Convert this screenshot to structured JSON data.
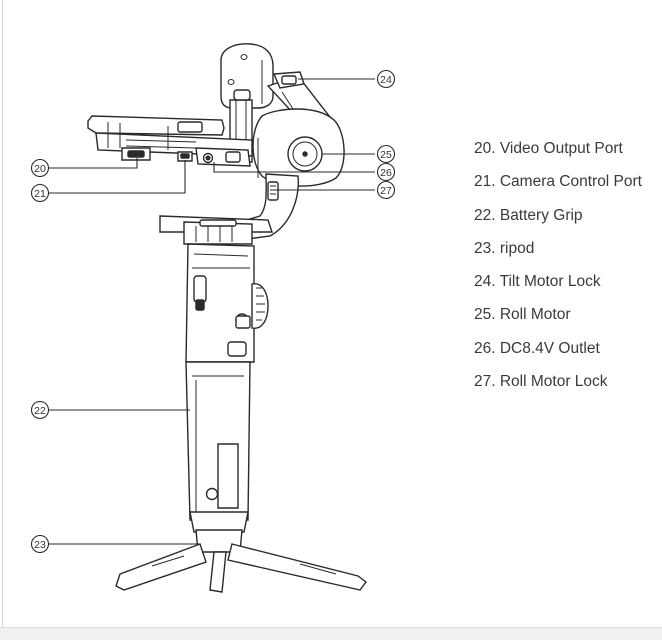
{
  "callouts": [
    {
      "id": "c20",
      "number": "20"
    },
    {
      "id": "c21",
      "number": "21"
    },
    {
      "id": "c22",
      "number": "22"
    },
    {
      "id": "c23",
      "number": "23"
    },
    {
      "id": "c24",
      "number": "24"
    },
    {
      "id": "c25",
      "number": "25"
    },
    {
      "id": "c26",
      "number": "26"
    },
    {
      "id": "c27",
      "number": "27"
    }
  ],
  "legend": {
    "items": [
      {
        "label": "20. Video Output Port"
      },
      {
        "label": "21. Camera Control Port"
      },
      {
        "label": "22. Battery Grip"
      },
      {
        "label": "23. ripod"
      },
      {
        "label": "24. Tilt Motor Lock"
      },
      {
        "label": "25. Roll Motor"
      },
      {
        "label": "26. DC8.4V Outlet"
      },
      {
        "label": "27. Roll Motor Lock"
      }
    ]
  }
}
